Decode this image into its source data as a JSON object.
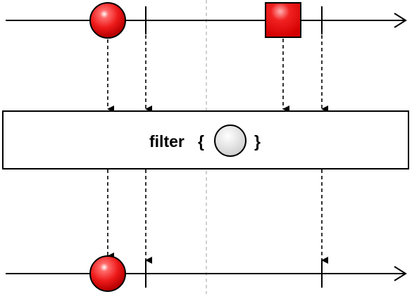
{
  "operator": {
    "name": "filter",
    "open_brace": "{",
    "close_brace": "}"
  },
  "input_stream": {
    "emissions": [
      {
        "shape": "circle",
        "color": "#e8141c",
        "passes": true
      },
      {
        "shape": "tick"
      },
      {
        "shape": "square",
        "color": "#e8141c",
        "passes": false
      },
      {
        "shape": "tick"
      }
    ]
  },
  "output_stream": {
    "emissions": [
      {
        "shape": "circle",
        "color": "#e8141c"
      },
      {
        "shape": "tick"
      },
      {
        "shape": "tick"
      }
    ]
  },
  "predicate_marble": {
    "shape": "circle",
    "color": "#e6e6e6"
  },
  "colors": {
    "line": "#000000",
    "divider": "#b0b0b0",
    "operator_fill": "#ffffff",
    "operator_border": "#000000"
  }
}
